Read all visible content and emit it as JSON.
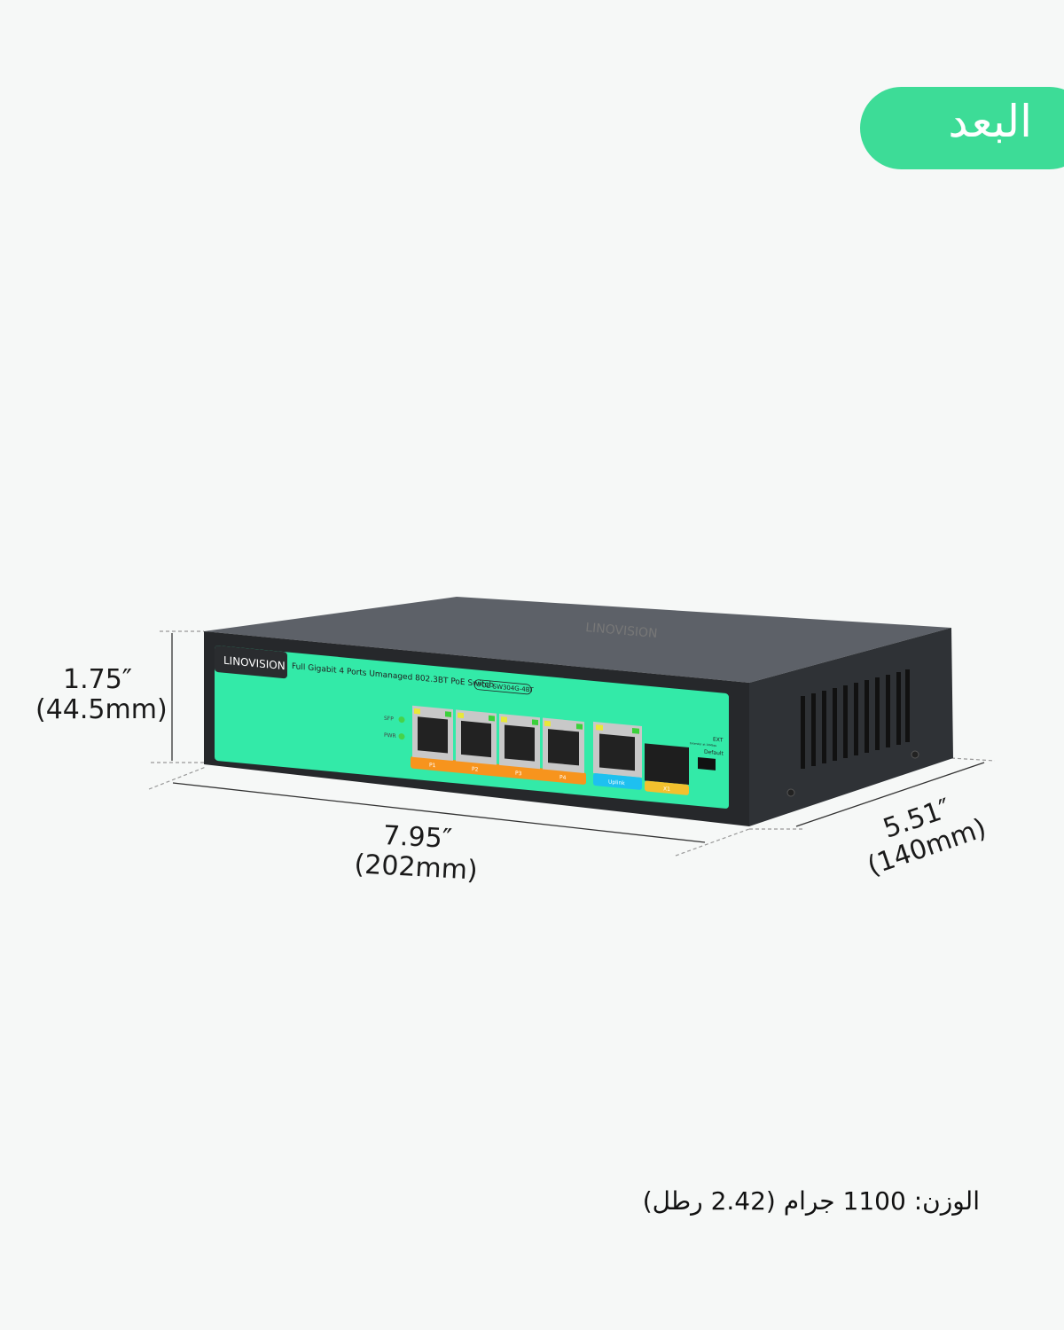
{
  "badge": {
    "label": "البعد",
    "color": "#3ddc97"
  },
  "product": {
    "brand": "LINOVISION",
    "description": "Full Gigabit 4 Ports Umanaged 802.3BT PoE Switch",
    "model": "POE-SW304G-4BT",
    "leds": [
      "SFP",
      "PWR"
    ],
    "ports": [
      "P1",
      "P2",
      "P3",
      "P4"
    ],
    "uplink": "Uplink",
    "sfp": "X1",
    "switch_label": "EXT",
    "switch_sub": "Extender at 10Mbps",
    "switch_default": "Default",
    "panel_color": "#33eaa8"
  },
  "dimensions": {
    "height_in": "1.75″",
    "height_mm": "(44.5mm)",
    "width_in": "7.95″",
    "width_mm": "(202mm)",
    "depth_in": "5.51″",
    "depth_mm": "(140mm)"
  },
  "weight": "الوزن: 1100 جرام (2.42 رطل)"
}
